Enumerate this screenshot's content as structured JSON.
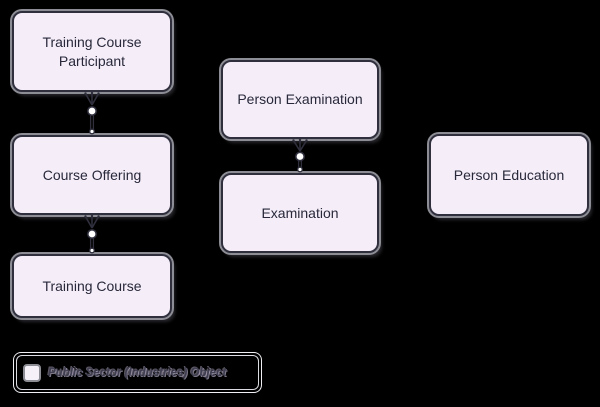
{
  "diagram": {
    "nodes": [
      {
        "id": "training-course-participant",
        "label": "Training Course Participant"
      },
      {
        "id": "course-offering",
        "label": "Course Offering"
      },
      {
        "id": "training-course",
        "label": "Training Course"
      },
      {
        "id": "person-examination",
        "label": "Person Examination"
      },
      {
        "id": "examination",
        "label": "Examination"
      },
      {
        "id": "person-education",
        "label": "Person Education"
      }
    ],
    "edges": [
      {
        "from": "Training Course Participant",
        "to": "Course Offering",
        "from_end": "zero-or-many",
        "to_end": "zero-or-one"
      },
      {
        "from": "Course Offering",
        "to": "Training Course",
        "from_end": "zero-or-many",
        "to_end": "zero-or-one"
      },
      {
        "from": "Person Examination",
        "to": "Examination",
        "from_end": "zero-or-many",
        "to_end": "zero-or-one"
      }
    ],
    "colors": {
      "background": "#000000",
      "node_fill": "#f5eef9",
      "node_border": "#2f2f3d",
      "node_outer_border": "#8d8d95",
      "node_text": "#28283a",
      "connector": "#2f2f3d"
    }
  },
  "legend": {
    "items": [
      {
        "swatch": "public-sector-industries-object",
        "label": "Public Sector (Industries) Object"
      }
    ]
  }
}
